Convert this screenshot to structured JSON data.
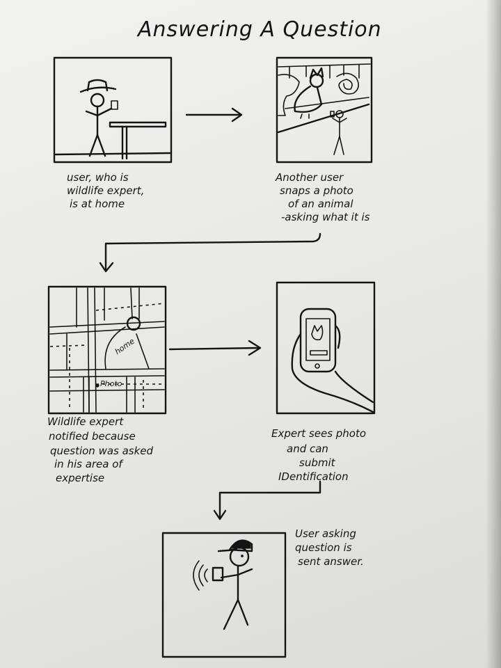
{
  "title": "Answering A Question",
  "panels": [
    {
      "id": "1",
      "caption_lines": [
        "user, who is",
        "wildlife expert,",
        "is at home"
      ]
    },
    {
      "id": "2",
      "caption_lines": [
        "Another user",
        "snaps a photo",
        "of an animal",
        "-asking what it is"
      ]
    },
    {
      "id": "3",
      "caption_lines": [
        "Wildlife expert",
        "notified because",
        "question was asked",
        "in his area of",
        "expertise"
      ],
      "map_labels": {
        "home": "home",
        "photo": "Photo"
      }
    },
    {
      "id": "4",
      "caption_lines": [
        "Expert sees photo",
        "and can",
        "submit",
        "IDentification"
      ]
    },
    {
      "id": "5",
      "caption_lines": [
        "User asking",
        "question is",
        "sent answer."
      ]
    }
  ]
}
